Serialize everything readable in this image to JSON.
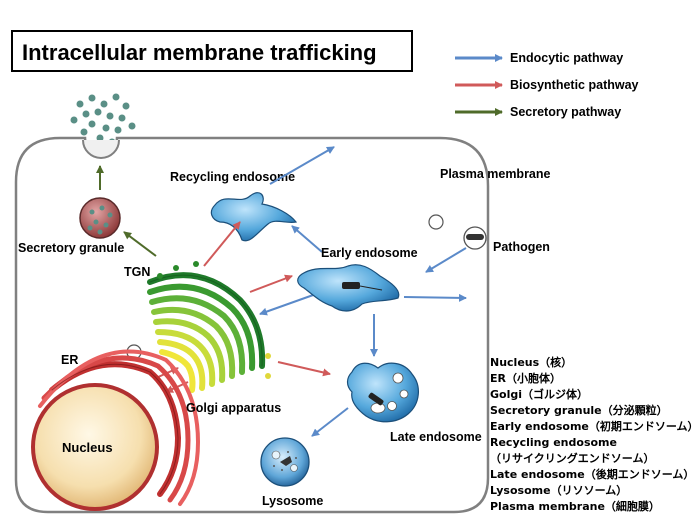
{
  "title": "Intracellular membrane trafficking",
  "legend": [
    {
      "label": "Endocytic pathway",
      "color": "#5b8ac9"
    },
    {
      "label": "Biosynthetic pathway",
      "color": "#d05a5a"
    },
    {
      "label": "Secretory pathway",
      "color": "#4f6b2a"
    }
  ],
  "labels": {
    "recycling_endosome": "Recycling endosome",
    "plasma_membrane": "Plasma membrane",
    "secretory_granule": "Secretory granule",
    "early_endosome": "Early endosome",
    "pathogen": "Pathogen",
    "tgn": "TGN",
    "er": "ER",
    "golgi": "Golgi apparatus",
    "nucleus": "Nucleus",
    "late_endosome": "Late endosome",
    "lysosome": "Lysosome"
  },
  "glossary": [
    "Nucleus（核）",
    "ER（小胞体）",
    "Golgi（ゴルジ体）",
    "Secretory granule（分泌顆粒）",
    "Early endosome（初期エンドソーム）",
    "Recycling endosome",
    "（リサイクリングエンドソーム）",
    "Late endosome（後期エンドソーム）",
    "Lysosome（リソソーム）",
    "Plasma membrane（細胞膜）"
  ]
}
